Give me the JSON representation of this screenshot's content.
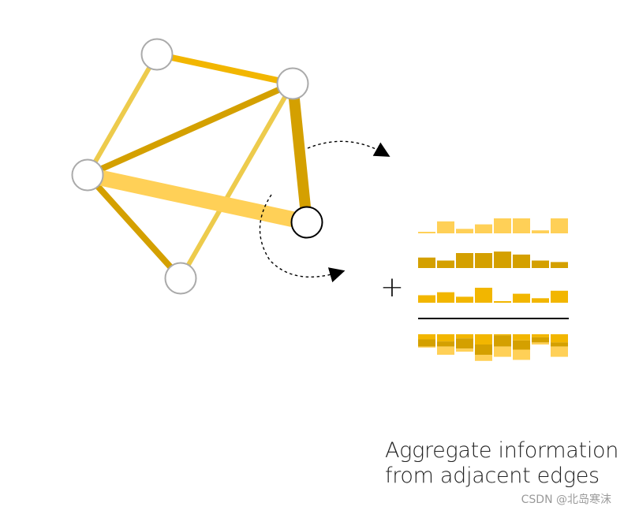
{
  "caption": {
    "line1": "Aggregate information",
    "line2": "from adjacent edges"
  },
  "operator": "+",
  "watermark": "CSDN @北岛寒沫",
  "colors": {
    "light": "#FFD057",
    "medium": "#F2B600",
    "dark": "#D4A000",
    "pale": "#EDCB4C",
    "node_stroke": "#aaaaaa",
    "focus_stroke": "#000000"
  },
  "edges": [
    {
      "from": "n1",
      "to": "n2",
      "weight": 2,
      "color": "dark"
    },
    {
      "from": "n1",
      "to": "n3",
      "weight": 1.5,
      "color": "pale"
    },
    {
      "from": "n1",
      "to": "n4",
      "weight": 2,
      "color": "dark"
    },
    {
      "from": "n1",
      "to": "focus",
      "weight": 5,
      "color": "light"
    },
    {
      "from": "n2",
      "to": "n3",
      "weight": 2,
      "color": "medium"
    },
    {
      "from": "n2",
      "to": "n4",
      "weight": 1.5,
      "color": "pale"
    },
    {
      "from": "n2",
      "to": "focus",
      "weight": 4,
      "color": "dark"
    }
  ],
  "message_rows": [
    {
      "color": "light",
      "values": [
        0.1,
        0.8,
        0.3,
        0.6,
        1.0,
        1.0,
        0.2,
        1.0
      ]
    },
    {
      "color": "dark",
      "values": [
        0.7,
        0.5,
        1.0,
        1.0,
        1.1,
        0.9,
        0.5,
        0.4
      ]
    },
    {
      "color": "medium",
      "values": [
        0.5,
        0.7,
        0.4,
        1.0,
        0.1,
        0.6,
        0.3,
        0.8
      ]
    }
  ],
  "aggregate_bars": [
    [
      {
        "c": "medium",
        "v": 0.5
      },
      {
        "c": "dark",
        "v": 0.7
      },
      {
        "c": "light",
        "v": 0.1
      }
    ],
    [
      {
        "c": "medium",
        "v": 0.7
      },
      {
        "c": "dark",
        "v": 0.5
      },
      {
        "c": "light",
        "v": 0.8
      }
    ],
    [
      {
        "c": "medium",
        "v": 0.4
      },
      {
        "c": "dark",
        "v": 1.0
      },
      {
        "c": "light",
        "v": 0.3
      }
    ],
    [
      {
        "c": "medium",
        "v": 1.0
      },
      {
        "c": "dark",
        "v": 1.0
      },
      {
        "c": "light",
        "v": 0.6
      }
    ],
    [
      {
        "c": "medium",
        "v": 0.1
      },
      {
        "c": "dark",
        "v": 1.1
      },
      {
        "c": "light",
        "v": 1.0
      }
    ],
    [
      {
        "c": "medium",
        "v": 0.6
      },
      {
        "c": "dark",
        "v": 0.9
      },
      {
        "c": "light",
        "v": 1.0
      }
    ],
    [
      {
        "c": "medium",
        "v": 0.3
      },
      {
        "c": "dark",
        "v": 0.5
      },
      {
        "c": "light",
        "v": 0.2
      }
    ],
    [
      {
        "c": "medium",
        "v": 0.8
      },
      {
        "c": "dark",
        "v": 0.4
      },
      {
        "c": "light",
        "v": 1.0
      }
    ]
  ]
}
